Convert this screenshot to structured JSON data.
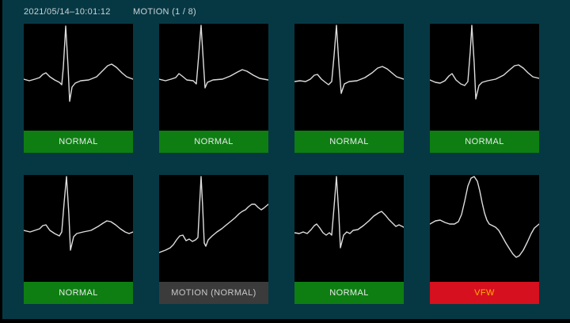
{
  "header": {
    "timestamp": "2021/05/14–10:01:12",
    "mode_label": "MOTION (1 / 8)"
  },
  "colors": {
    "page_edge": "#000000",
    "background": "#063844",
    "panel_background": "#000000",
    "waveform": "#DEDEDE",
    "header_text": "#C9D3D6",
    "status": {
      "normal": {
        "bg": "#0E7E12",
        "text": "#E8ECEA"
      },
      "motion": {
        "bg": "#3B3B3B",
        "text": "#C9C9C9"
      },
      "vfw": {
        "bg": "#D6101E",
        "text": "#FFB000"
      }
    }
  },
  "panels": [
    {
      "status": "NORMAL",
      "status_type": "normal",
      "waveform": [
        [
          0,
          70
        ],
        [
          7,
          72
        ],
        [
          14,
          70
        ],
        [
          20,
          68
        ],
        [
          24,
          64
        ],
        [
          28,
          62
        ],
        [
          33,
          67
        ],
        [
          39,
          71
        ],
        [
          45,
          74
        ],
        [
          48,
          77
        ],
        [
          50,
          55
        ],
        [
          53,
          3
        ],
        [
          56,
          55
        ],
        [
          58,
          98
        ],
        [
          61,
          80
        ],
        [
          65,
          75
        ],
        [
          72,
          72
        ],
        [
          82,
          71
        ],
        [
          92,
          67
        ],
        [
          100,
          59
        ],
        [
          106,
          53
        ],
        [
          111,
          51
        ],
        [
          117,
          55
        ],
        [
          124,
          62
        ],
        [
          130,
          67
        ],
        [
          138,
          70
        ]
      ]
    },
    {
      "status": "NORMAL",
      "status_type": "normal",
      "waveform": [
        [
          0,
          70
        ],
        [
          8,
          72
        ],
        [
          15,
          70
        ],
        [
          21,
          68
        ],
        [
          25,
          63
        ],
        [
          29,
          66
        ],
        [
          35,
          71
        ],
        [
          43,
          72
        ],
        [
          47,
          76
        ],
        [
          50,
          40
        ],
        [
          53,
          2
        ],
        [
          56,
          50
        ],
        [
          58,
          81
        ],
        [
          61,
          74
        ],
        [
          68,
          71
        ],
        [
          80,
          70
        ],
        [
          90,
          66
        ],
        [
          99,
          61
        ],
        [
          105,
          58
        ],
        [
          111,
          60
        ],
        [
          119,
          65
        ],
        [
          127,
          69
        ],
        [
          138,
          71
        ]
      ]
    },
    {
      "status": "NORMAL",
      "status_type": "normal",
      "waveform": [
        [
          0,
          73
        ],
        [
          7,
          72
        ],
        [
          14,
          73
        ],
        [
          20,
          70
        ],
        [
          25,
          65
        ],
        [
          29,
          64
        ],
        [
          34,
          70
        ],
        [
          39,
          74
        ],
        [
          43,
          77
        ],
        [
          47,
          73
        ],
        [
          50,
          40
        ],
        [
          53,
          2
        ],
        [
          56,
          50
        ],
        [
          59,
          88
        ],
        [
          63,
          76
        ],
        [
          69,
          73
        ],
        [
          79,
          72
        ],
        [
          89,
          68
        ],
        [
          98,
          62
        ],
        [
          105,
          56
        ],
        [
          111,
          54
        ],
        [
          117,
          57
        ],
        [
          123,
          62
        ],
        [
          129,
          67
        ],
        [
          138,
          70
        ]
      ]
    },
    {
      "status": "NORMAL",
      "status_type": "normal",
      "waveform": [
        [
          0,
          71
        ],
        [
          7,
          74
        ],
        [
          13,
          75
        ],
        [
          19,
          72
        ],
        [
          24,
          66
        ],
        [
          28,
          63
        ],
        [
          33,
          71
        ],
        [
          39,
          76
        ],
        [
          44,
          78
        ],
        [
          48,
          73
        ],
        [
          51,
          35
        ],
        [
          53,
          2
        ],
        [
          56,
          50
        ],
        [
          58,
          95
        ],
        [
          62,
          78
        ],
        [
          66,
          74
        ],
        [
          73,
          72
        ],
        [
          83,
          70
        ],
        [
          93,
          65
        ],
        [
          101,
          58
        ],
        [
          107,
          53
        ],
        [
          112,
          52
        ],
        [
          118,
          56
        ],
        [
          124,
          62
        ],
        [
          130,
          67
        ],
        [
          138,
          69
        ]
      ]
    },
    {
      "status": "NORMAL",
      "status_type": "normal",
      "waveform": [
        [
          0,
          70
        ],
        [
          8,
          72
        ],
        [
          14,
          70
        ],
        [
          20,
          68
        ],
        [
          24,
          64
        ],
        [
          28,
          63
        ],
        [
          33,
          70
        ],
        [
          39,
          74
        ],
        [
          45,
          77
        ],
        [
          48,
          72
        ],
        [
          51,
          35
        ],
        [
          54,
          2
        ],
        [
          57,
          50
        ],
        [
          59,
          95
        ],
        [
          63,
          78
        ],
        [
          67,
          74
        ],
        [
          75,
          72
        ],
        [
          85,
          70
        ],
        [
          94,
          65
        ],
        [
          100,
          61
        ],
        [
          105,
          58
        ],
        [
          110,
          59
        ],
        [
          116,
          63
        ],
        [
          122,
          68
        ],
        [
          128,
          72
        ],
        [
          133,
          74
        ],
        [
          138,
          72
        ]
      ]
    },
    {
      "status": "MOTION (NORMAL)",
      "status_type": "motion",
      "waveform": [
        [
          0,
          98
        ],
        [
          8,
          95
        ],
        [
          14,
          92
        ],
        [
          18,
          88
        ],
        [
          22,
          82
        ],
        [
          26,
          77
        ],
        [
          30,
          76
        ],
        [
          34,
          83
        ],
        [
          38,
          81
        ],
        [
          42,
          84
        ],
        [
          46,
          82
        ],
        [
          49,
          79
        ],
        [
          51,
          40
        ],
        [
          53,
          2
        ],
        [
          55,
          40
        ],
        [
          57,
          86
        ],
        [
          59,
          90
        ],
        [
          62,
          82
        ],
        [
          67,
          77
        ],
        [
          73,
          72
        ],
        [
          79,
          68
        ],
        [
          85,
          63
        ],
        [
          90,
          59
        ],
        [
          96,
          54
        ],
        [
          101,
          49
        ],
        [
          105,
          46
        ],
        [
          109,
          44
        ],
        [
          113,
          40
        ],
        [
          117,
          37
        ],
        [
          121,
          37
        ],
        [
          125,
          41
        ],
        [
          129,
          44
        ],
        [
          132,
          42
        ],
        [
          138,
          37
        ]
      ]
    },
    {
      "status": "NORMAL",
      "status_type": "normal",
      "waveform": [
        [
          0,
          73
        ],
        [
          6,
          74
        ],
        [
          11,
          72
        ],
        [
          16,
          74
        ],
        [
          21,
          69
        ],
        [
          25,
          64
        ],
        [
          28,
          62
        ],
        [
          32,
          67
        ],
        [
          36,
          73
        ],
        [
          40,
          76
        ],
        [
          44,
          73
        ],
        [
          47,
          76
        ],
        [
          50,
          40
        ],
        [
          53,
          2
        ],
        [
          56,
          50
        ],
        [
          58,
          92
        ],
        [
          62,
          76
        ],
        [
          66,
          72
        ],
        [
          70,
          74
        ],
        [
          74,
          70
        ],
        [
          80,
          69
        ],
        [
          87,
          64
        ],
        [
          94,
          58
        ],
        [
          100,
          52
        ],
        [
          106,
          48
        ],
        [
          110,
          46
        ],
        [
          115,
          51
        ],
        [
          119,
          56
        ],
        [
          124,
          61
        ],
        [
          128,
          65
        ],
        [
          132,
          63
        ],
        [
          138,
          66
        ]
      ]
    },
    {
      "status": "VFW",
      "status_type": "vfw",
      "waveform": [
        [
          0,
          62
        ],
        [
          7,
          58
        ],
        [
          13,
          57
        ],
        [
          19,
          60
        ],
        [
          25,
          62
        ],
        [
          31,
          62
        ],
        [
          36,
          59
        ],
        [
          40,
          50
        ],
        [
          44,
          33
        ],
        [
          48,
          14
        ],
        [
          52,
          4
        ],
        [
          56,
          2
        ],
        [
          60,
          8
        ],
        [
          63,
          20
        ],
        [
          66,
          35
        ],
        [
          69,
          48
        ],
        [
          72,
          57
        ],
        [
          75,
          62
        ],
        [
          79,
          64
        ],
        [
          83,
          66
        ],
        [
          87,
          70
        ],
        [
          91,
          77
        ],
        [
          96,
          86
        ],
        [
          101,
          94
        ],
        [
          105,
          100
        ],
        [
          109,
          104
        ],
        [
          113,
          102
        ],
        [
          118,
          95
        ],
        [
          123,
          85
        ],
        [
          128,
          74
        ],
        [
          132,
          67
        ],
        [
          138,
          62
        ]
      ]
    }
  ]
}
